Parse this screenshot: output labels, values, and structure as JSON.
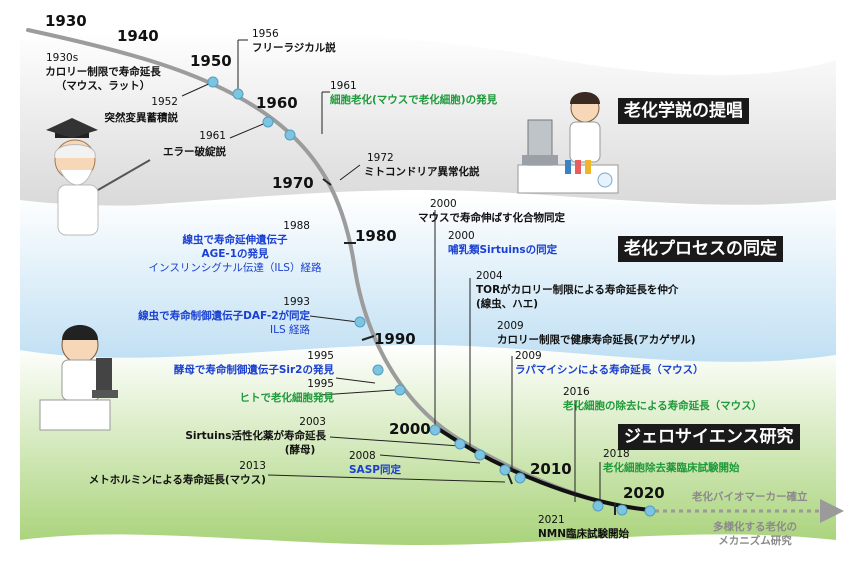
{
  "phases": {
    "p1": "老化学説の提唱",
    "p2": "老化プロセスの同定",
    "p3": "ジェロサイエンス研究"
  },
  "decades": {
    "d1930": "1930",
    "d1940": "1940",
    "d1950": "1950",
    "d1960": "1960",
    "d1970": "1970",
    "d1980": "1980",
    "d1990": "1990",
    "d2000": "2000",
    "d2010": "2010",
    "d2020": "2020"
  },
  "events": {
    "e1930_year": "1930s",
    "e1930_l1": "カロリー制限で寿命延長",
    "e1930_l2": "（マウス、ラット）",
    "e1952_year": "1952",
    "e1952_text": "突然変異蓄積説",
    "e1956_year": "1956",
    "e1956_text": "フリーラジカル説",
    "e1961a_year": "1961",
    "e1961a_text": "細胞老化(マウスで老化細胞)の発見",
    "e1961b_year": "1961",
    "e1961b_text": "エラー破綻説",
    "e1972_year": "1972",
    "e1972_text": "ミトコンドリア異常化説",
    "e1988_year": "1988",
    "e1988_l1": "線虫で寿命延伸遺伝子",
    "e1988_l2": "AGE-1の発見",
    "e1988_l3": "インスリンシグナル伝達（ILS）経路",
    "e1993_year": "1993",
    "e1993_l1": "線虫で寿命制御遺伝子DAF-2が同定",
    "e1993_l2": "ILS 経路",
    "e1995a_year": "1995",
    "e1995a_text": "酵母で寿命制御遺伝子Sir2の発見",
    "e1995b_year": "1995",
    "e1995b_text": "ヒトで老化細胞発見",
    "e2003_year": "2003",
    "e2003_l1": "Sirtuins活性化薬が寿命延長",
    "e2003_l2": "(酵母)",
    "e2008_year": "2008",
    "e2008_text": "SASP同定",
    "e2013_year": "2013",
    "e2013_text": "メトホルミンによる寿命延長(マウス)",
    "e2000a_year": "2000",
    "e2000a_text": "マウスで寿命伸ばす化合物同定",
    "e2000b_year": "2000",
    "e2000b_text": "哺乳類Sirtuinsの同定",
    "e2004_year": "2004",
    "e2004_l1": "TORがカロリー制限による寿命延長を仲介",
    "e2004_l2": "(線虫、ハエ)",
    "e2009a_year": "2009",
    "e2009a_text": "カロリー制限で健康寿命延長(アカゲザル)",
    "e2009b_year": "2009",
    "e2009b_text": "ラパマイシンによる寿命延長（マウス）",
    "e2016_year": "2016",
    "e2016_text": "老化細胞の除去による寿命延長（マウス）",
    "e2018_year": "2018",
    "e2018_text": "老化細胞除去薬臨床試験開始",
    "e2021_year": "2021",
    "e2021_text": "NMN臨床試験開始"
  },
  "future": {
    "f1": "老化バイオマーカー確立",
    "f2_l1": "多様化する老化の",
    "f2_l2": "メカニズム研究"
  },
  "colors": {
    "green": "#1f9a3a",
    "blue": "#1a3fd1",
    "dot": "#7ec3df",
    "band_gray": "#e9e9e9",
    "band_blue": "#cfe7f7",
    "band_green": "#b5d98a"
  },
  "icons": {
    "scientist_professor": "professor-illustration",
    "scientist_lab": "lab-scientist-illustration",
    "scientist_microscope": "microscope-scientist-illustration"
  }
}
